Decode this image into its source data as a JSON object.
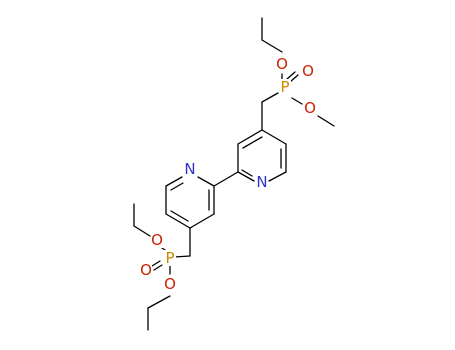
{
  "molecule": {
    "atoms": {
      "n_ring_a": "N",
      "n_ring_b": "N",
      "p_upper": "P",
      "o_upper_dbl": "O",
      "o_upper_top": "O",
      "o_upper_bottom": "O",
      "p_lower": "P",
      "o_lower_dbl": "O",
      "o_lower_top": "O",
      "o_lower_bottom": "O"
    },
    "colors": {
      "carbon_bond": "#000000",
      "nitrogen": "#3333cc",
      "phosphorus": "#cc8800",
      "oxygen": "#cc2200"
    }
  }
}
